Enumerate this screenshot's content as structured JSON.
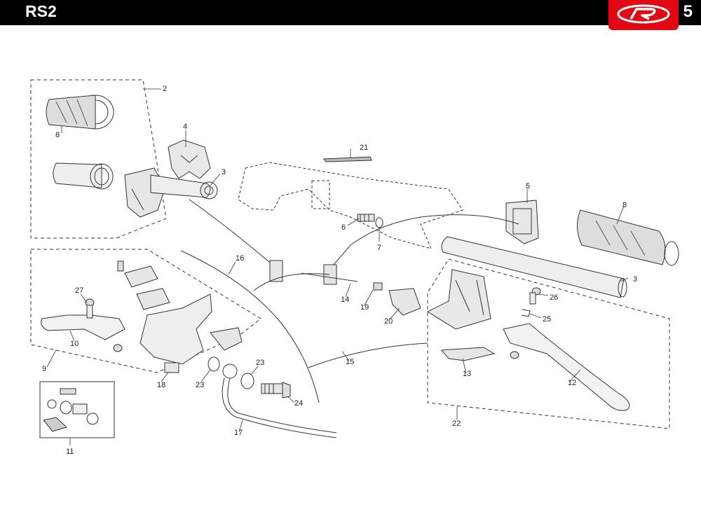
{
  "header": {
    "title": "RS2",
    "page_number": "5",
    "brand_color": "#e30613"
  },
  "diagram": {
    "parts": [
      {
        "id": "p1",
        "label": "2"
      },
      {
        "id": "p2",
        "label": "8"
      },
      {
        "id": "p3",
        "label": "4"
      },
      {
        "id": "p4",
        "label": "3"
      },
      {
        "id": "p5",
        "label": "21"
      },
      {
        "id": "p6",
        "label": "5"
      },
      {
        "id": "p7",
        "label": "8"
      },
      {
        "id": "p8",
        "label": "6"
      },
      {
        "id": "p9",
        "label": "7"
      },
      {
        "id": "p10",
        "label": "16"
      },
      {
        "id": "p11",
        "label": "27"
      },
      {
        "id": "p12",
        "label": "10"
      },
      {
        "id": "p13",
        "label": "9"
      },
      {
        "id": "p14",
        "label": "14"
      },
      {
        "id": "p15",
        "label": "19"
      },
      {
        "id": "p16",
        "label": "20"
      },
      {
        "id": "p17",
        "label": "3"
      },
      {
        "id": "p18",
        "label": "26"
      },
      {
        "id": "p19",
        "label": "25"
      },
      {
        "id": "p20",
        "label": "15"
      },
      {
        "id": "p21",
        "label": "13"
      },
      {
        "id": "p22",
        "label": "12"
      },
      {
        "id": "p23",
        "label": "18"
      },
      {
        "id": "p24",
        "label": "23"
      },
      {
        "id": "p25",
        "label": "23"
      },
      {
        "id": "p26",
        "label": "24"
      },
      {
        "id": "p27",
        "label": "22"
      },
      {
        "id": "p28",
        "label": "17"
      },
      {
        "id": "p29",
        "label": "11"
      }
    ]
  }
}
